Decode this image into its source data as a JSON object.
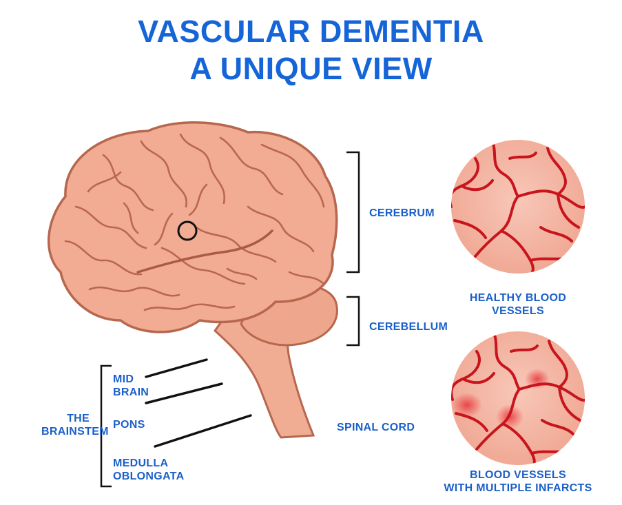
{
  "title": {
    "line1": "VASCULAR DEMENTIA",
    "line2": "A UNIQUE VIEW"
  },
  "labels": {
    "cerebrum": "CEREBRUM",
    "cerebellum": "CEREBELLUM",
    "spinal_cord": "SPINAL CORD",
    "brainstem_line1": "THE",
    "brainstem_line2": "BRAINSTEM",
    "midbrain_line1": "MID",
    "midbrain_line2": "BRAIN",
    "pons": "PONS",
    "medulla_line1": "MEDULLA",
    "medulla_line2": "OBLONGATA",
    "healthy_line1": "HEALTHY BLOOD",
    "healthy_line2": "VESSELS",
    "infarct_line1": "BLOOD VESSELS",
    "infarct_line2": "WITH MULTIPLE INFARCTS"
  },
  "colors": {
    "title": "#1565d8",
    "label": "#1a5fc9",
    "brain_fill": "#f2ac93",
    "brain_outline": "#b6674e",
    "vessel": "#c8141c",
    "circle_fill": "#f5b9a8"
  }
}
